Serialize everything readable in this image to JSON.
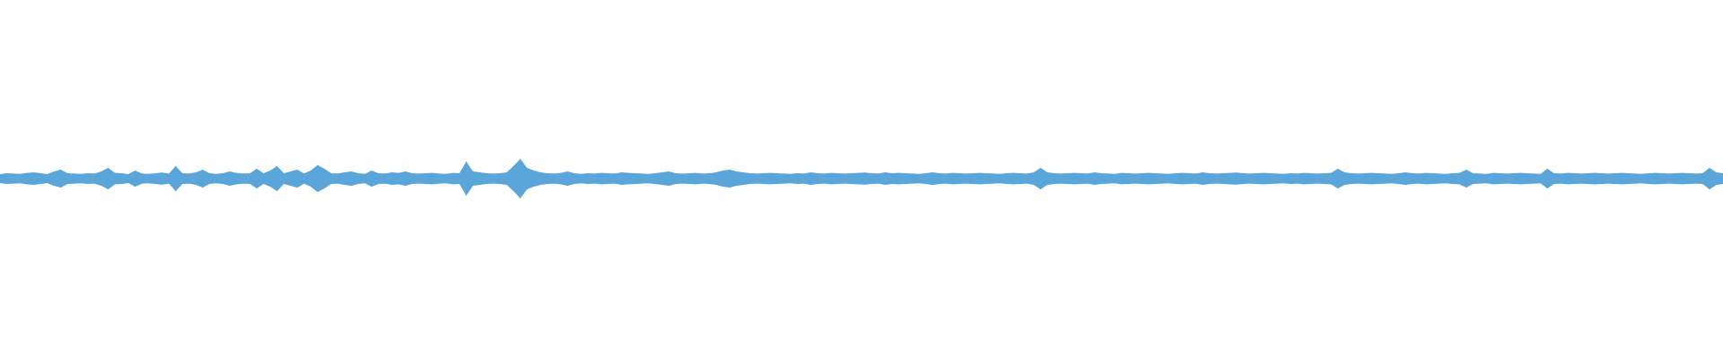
{
  "chart_data": {
    "type": "area",
    "title": "",
    "xlabel": "",
    "ylabel": "",
    "grid": false,
    "legend": "none",
    "color": "#5aa5d9",
    "ylim": [
      -1,
      1
    ],
    "series": [
      {
        "values": [
          0.025,
          0.03,
          0.028,
          0.026,
          0.032,
          0.035,
          0.03,
          0.025,
          0.04,
          0.05,
          0.03,
          0.028,
          0.026,
          0.03,
          0.028,
          0.04,
          0.06,
          0.032,
          0.03,
          0.025,
          0.045,
          0.028,
          0.026,
          0.03,
          0.034,
          0.028,
          0.07,
          0.03,
          0.028,
          0.035,
          0.05,
          0.03,
          0.026,
          0.03,
          0.04,
          0.032,
          0.028,
          0.03,
          0.055,
          0.03,
          0.045,
          0.07,
          0.03,
          0.04,
          0.05,
          0.028,
          0.045,
          0.075,
          0.055,
          0.03,
          0.028,
          0.035,
          0.04,
          0.03,
          0.026,
          0.045,
          0.03,
          0.028,
          0.035,
          0.032,
          0.04,
          0.03,
          0.028,
          0.03,
          0.032,
          0.028,
          0.026,
          0.032,
          0.03,
          0.095,
          0.04,
          0.035,
          0.03,
          0.028,
          0.03,
          0.035,
          0.07,
          0.11,
          0.06,
          0.045,
          0.035,
          0.03,
          0.028,
          0.032,
          0.04,
          0.03,
          0.026,
          0.03,
          0.028,
          0.032,
          0.03,
          0.028,
          0.035,
          0.032,
          0.03,
          0.028,
          0.026,
          0.03,
          0.035,
          0.04,
          0.03,
          0.028,
          0.03,
          0.032,
          0.028,
          0.03,
          0.035,
          0.045,
          0.05,
          0.04,
          0.035,
          0.03,
          0.028,
          0.03,
          0.032,
          0.03,
          0.028,
          0.026,
          0.03,
          0.028,
          0.035,
          0.03,
          0.028,
          0.032,
          0.03,
          0.028,
          0.03,
          0.032,
          0.034,
          0.03,
          0.028,
          0.035,
          0.03,
          0.032,
          0.03,
          0.028,
          0.026,
          0.03,
          0.035,
          0.03,
          0.028,
          0.032,
          0.03,
          0.028,
          0.03,
          0.032,
          0.03,
          0.028,
          0.026,
          0.03,
          0.032,
          0.03,
          0.028,
          0.035,
          0.06,
          0.035,
          0.03,
          0.028,
          0.03,
          0.032,
          0.03,
          0.028,
          0.035,
          0.03,
          0.028,
          0.026,
          0.032,
          0.03,
          0.028,
          0.03,
          0.032,
          0.03,
          0.028,
          0.026,
          0.03,
          0.032,
          0.03,
          0.028,
          0.035,
          0.03,
          0.028,
          0.03,
          0.032,
          0.034,
          0.03,
          0.028,
          0.03,
          0.032,
          0.03,
          0.028,
          0.026,
          0.03,
          0.028,
          0.032,
          0.03,
          0.028,
          0.03,
          0.032,
          0.055,
          0.035,
          0.03,
          0.028,
          0.03,
          0.032,
          0.03,
          0.028,
          0.026,
          0.03,
          0.035,
          0.03,
          0.028,
          0.032,
          0.03,
          0.028,
          0.026,
          0.03,
          0.032,
          0.05,
          0.03,
          0.028,
          0.026,
          0.032,
          0.03,
          0.028,
          0.03,
          0.032,
          0.03,
          0.028,
          0.026,
          0.055,
          0.03,
          0.028,
          0.032,
          0.03,
          0.028,
          0.03,
          0.032,
          0.03,
          0.028,
          0.03,
          0.032,
          0.03,
          0.028,
          0.026,
          0.03,
          0.032,
          0.03,
          0.028,
          0.03,
          0.032,
          0.03,
          0.028,
          0.03,
          0.06,
          0.035,
          0.03
        ]
      }
    ]
  }
}
